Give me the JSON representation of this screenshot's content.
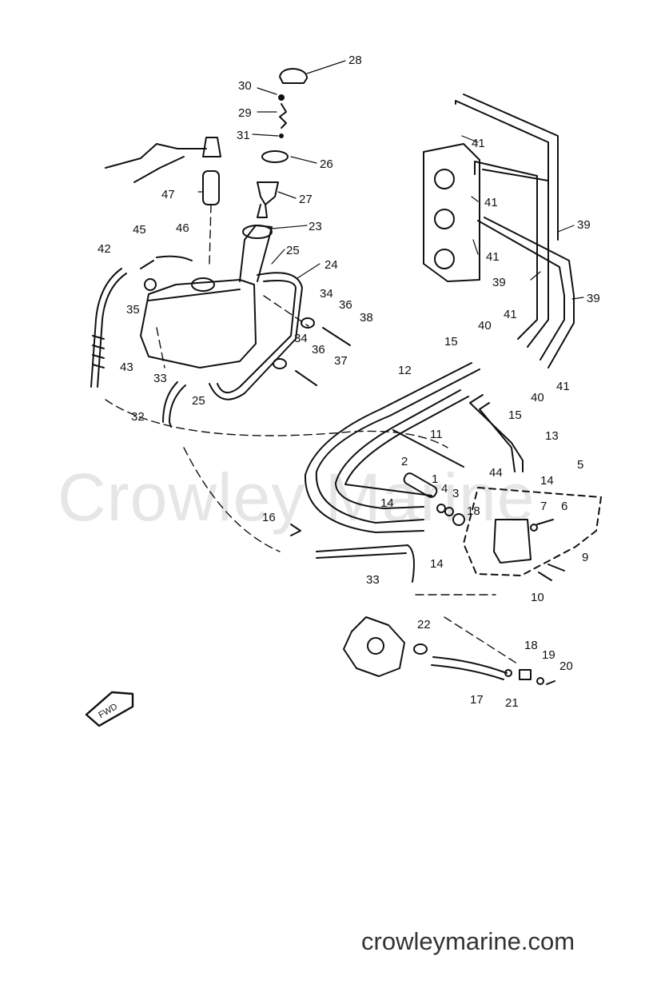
{
  "watermark": "Crowley Marine",
  "footer": "crowleymarine.com",
  "fwd_label": "FWD",
  "callouts": [
    "1",
    "2",
    "3",
    "4",
    "5",
    "6",
    "7",
    "9",
    "10",
    "11",
    "12",
    "13",
    "14",
    "15",
    "16",
    "17",
    "18",
    "19",
    "20",
    "21",
    "22",
    "23",
    "24",
    "25",
    "26",
    "27",
    "28",
    "29",
    "30",
    "31",
    "32",
    "33",
    "34",
    "35",
    "36",
    "37",
    "38",
    "39",
    "40",
    "41",
    "42",
    "43",
    "44",
    "45",
    "46",
    "47"
  ]
}
